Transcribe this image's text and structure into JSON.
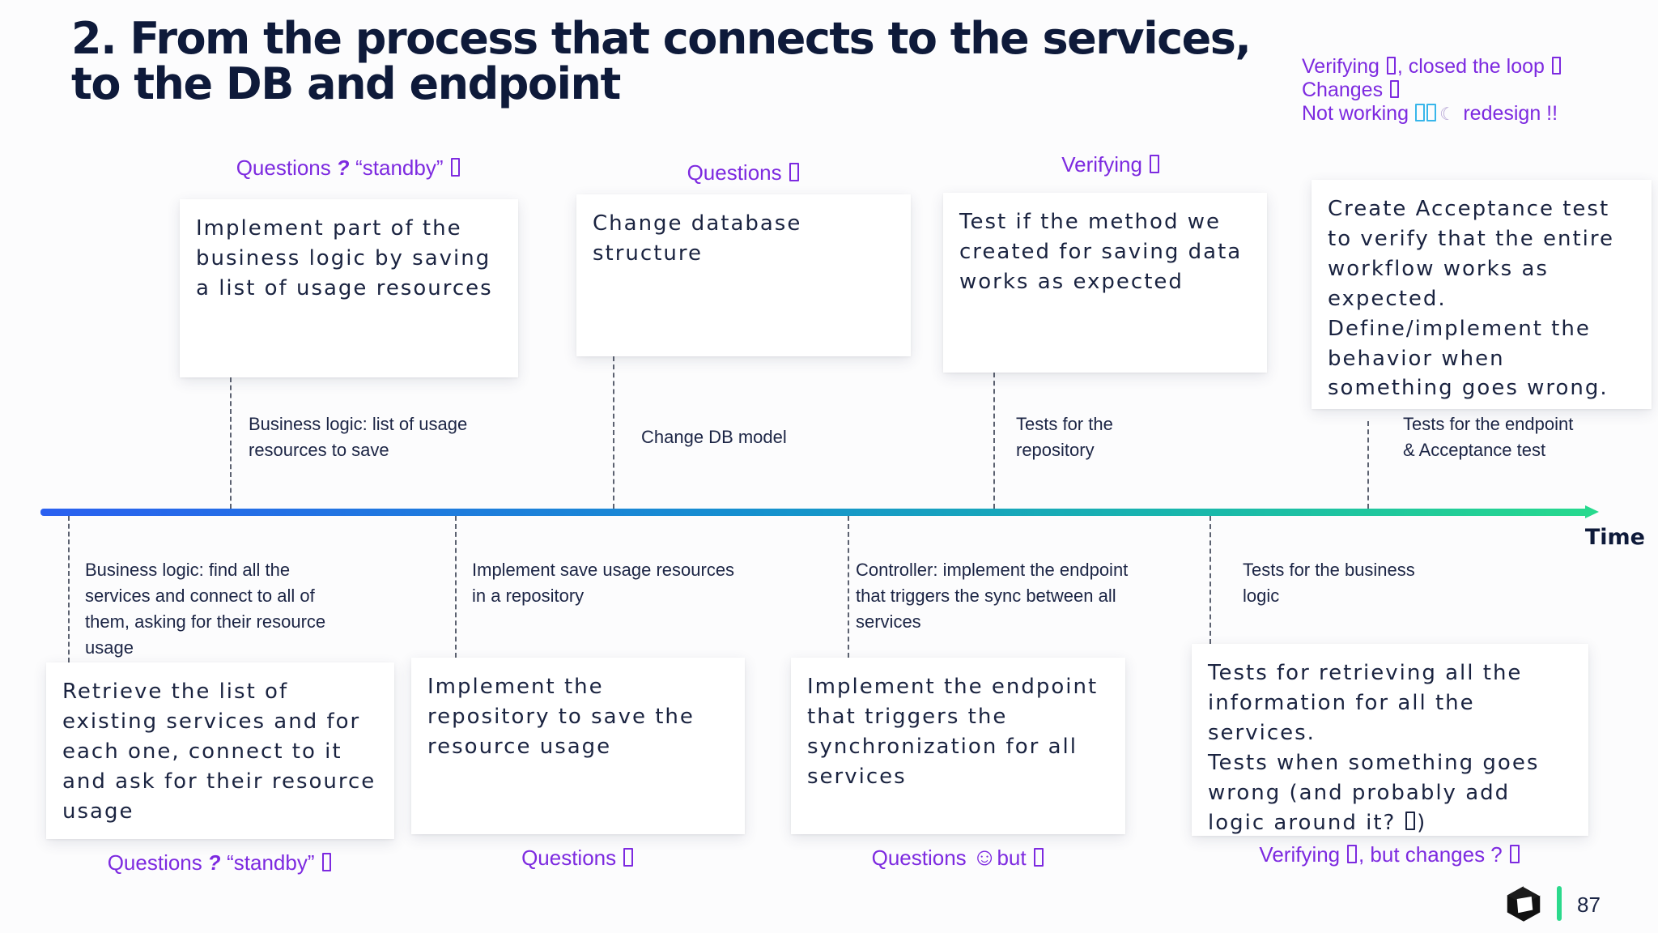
{
  "title": {
    "line1": "2. From the process that connects to the services,",
    "line2": "to the DB and endpoint"
  },
  "notes_top_right": {
    "l1a": "Verifying ",
    "l1b": ", closed the loop ",
    "l2": "Changes ",
    "l3a": "Not working ",
    "l3_moon": "☾",
    "l3b": " redesign !!"
  },
  "labels_top": {
    "t1a": "Questions ",
    "t1q": "?",
    "t1b": " “standby” ",
    "t2": "Questions ",
    "t3": "Verifying "
  },
  "cards_top": {
    "c1": "Implement part of the business logic by saving a list of usage resources",
    "c2": "Change database structure",
    "c3": "Test if the method we created for saving data works as expected",
    "c4": "Create Acceptance test to verify that the entire workflow works as expected.\nDefine/implement the behavior when something goes wrong."
  },
  "connector_labels_above": {
    "a1": "Business logic: list of usage\nresources to save",
    "a2": "Change DB model",
    "a3": "Tests for the\nrepository",
    "a4": "Tests for the endpoint\n& Acceptance test"
  },
  "connector_labels_below": {
    "b1": "Business logic: find all the\nservices and connect to all of\nthem, asking for their resource\nusage",
    "b2": "Implement save usage resources\nin a repository",
    "b3": "Controller: implement the endpoint\nthat triggers the sync between all\nservices",
    "b4": "Tests for the business\nlogic"
  },
  "cards_bottom": {
    "d1": "Retrieve the list of existing services and for each one, connect to it and ask for their resource usage",
    "d2": "Implement the repository to save the resource usage",
    "d3": "Implement the endpoint that triggers the synchronization for all services",
    "d4a": "Tests for retrieving all the information for all the services.\nTests when something goes wrong (and probably add logic around it? ",
    "d4b": ")"
  },
  "labels_bottom": {
    "p1a": "Questions ",
    "p1q": "?",
    "p1b": " “standby” ",
    "p2": "Questions ",
    "p3a": "Questions ",
    "p3face": "☺",
    "p3b": "but ",
    "p4a": "Verifying ",
    "p4b": ", but changes ? "
  },
  "timeline": {
    "label": "Time"
  },
  "footer": {
    "page": "87",
    "logo_icon": "cube-logo"
  },
  "colors": {
    "purple": "#7d2ae0",
    "cyan_box": "#38b6ea",
    "navy_text": "#1a2340",
    "title_navy": "#0e1a3a",
    "timeline_start": "#2a60f0",
    "timeline_end": "#27d98e",
    "footer_teal": "#2bd98c"
  }
}
